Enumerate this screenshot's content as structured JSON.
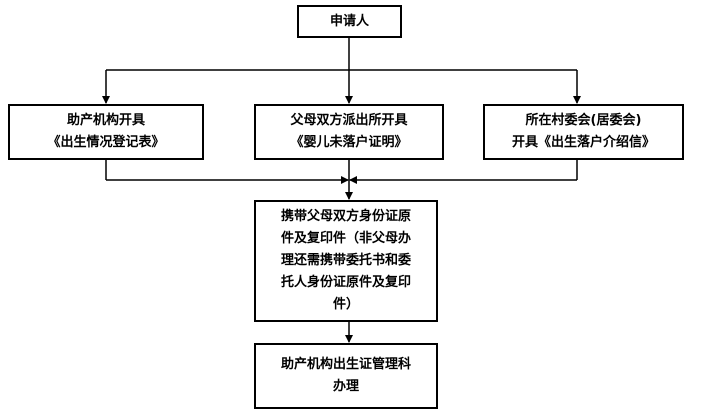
{
  "applicant": {
    "label": "申请人"
  },
  "sources": [
    {
      "lines": [
        "助产机构开具",
        "《出生情况登记表》"
      ]
    },
    {
      "lines": [
        "父母双方派出所开具",
        "《婴儿未落户证明》"
      ]
    },
    {
      "lines": [
        "所在村委会(居委会)",
        "开具《出生落户介绍信》"
      ]
    }
  ],
  "documents": {
    "lines": [
      "携带父母双方身份证原",
      "件及复印件（非父母办",
      "理还需携带委托书和委",
      "托人身份证原件及复印",
      "件）"
    ]
  },
  "processing": {
    "lines": [
      "助产机构出生证管理科",
      "办理"
    ]
  }
}
